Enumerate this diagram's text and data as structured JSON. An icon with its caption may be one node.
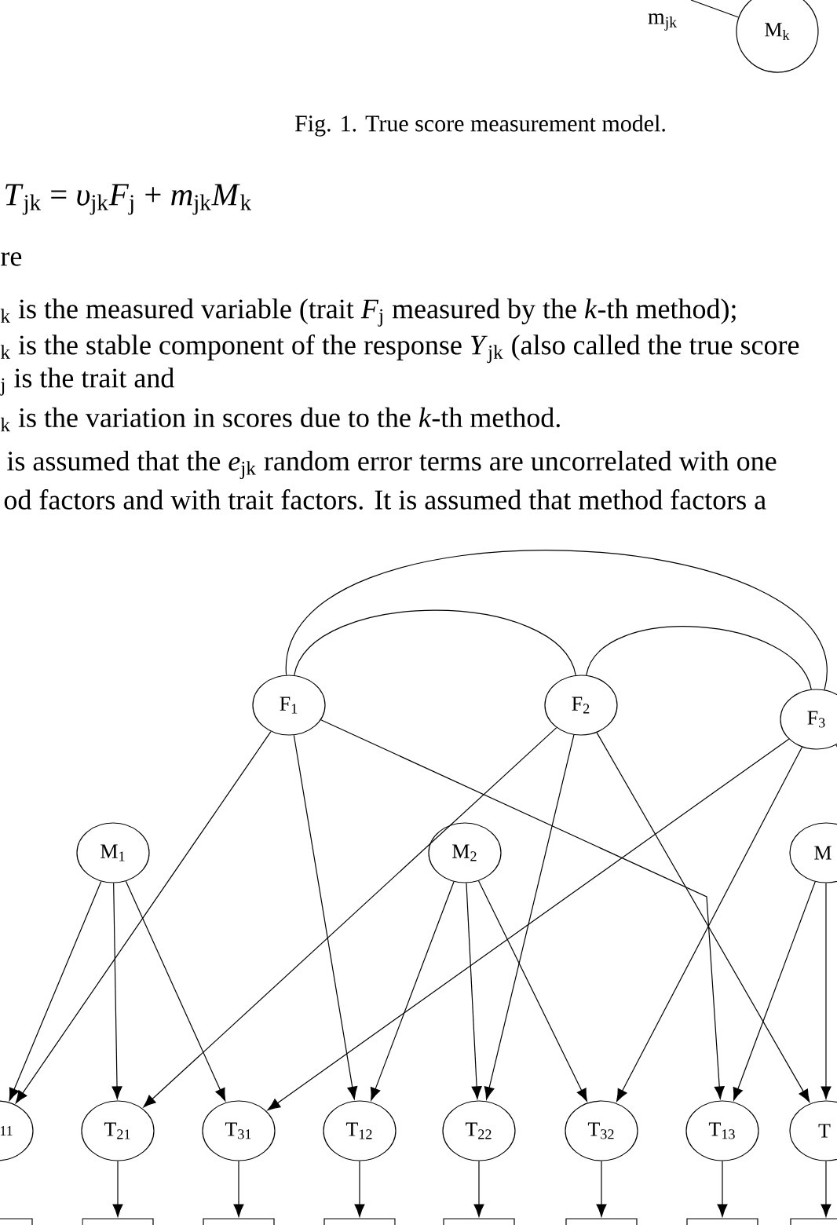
{
  "diagram": {
    "caption": "Fig. 1. True score measurement model.",
    "nodes": [
      {
        "text": [
          "M$_{k}$"
        ]
      },
      {
        "text": [
          "F$_{1}$"
        ]
      },
      {
        "text": [
          "F$_{2}$"
        ]
      },
      {
        "text": [
          "F$_{3}$"
        ]
      },
      {
        "text": [
          "M$_{1}$"
        ]
      },
      {
        "text": [
          "M$_{2}$"
        ]
      },
      {
        "text": [
          "M"
        ]
      },
      {
        "text": [
          "11"
        ]
      },
      {
        "text": [
          "T$_{21}$"
        ]
      },
      {
        "text": [
          "T$_{31}$"
        ]
      },
      {
        "text": [
          "T$_{12}$"
        ]
      },
      {
        "text": [
          "T$_{22}$"
        ]
      },
      {
        "text": [
          "T$_{32}$"
        ]
      },
      {
        "text": [
          "T$_{13}$"
        ]
      },
      {
        "text": [
          "T"
        ]
      },
      {
        "text": [],
        "shape": "box"
      },
      {
        "text": [],
        "shape": "box"
      },
      {
        "text": [],
        "shape": "box"
      },
      {
        "text": [],
        "shape": "box"
      },
      {
        "text": [],
        "shape": "box"
      },
      {
        "text": [],
        "shape": "box"
      },
      {
        "text": [],
        "shape": "box"
      },
      {
        "text": [],
        "shape": "box"
      }
    ],
    "edges": [
      {
        "from": null,
        "to": 0,
        "arrow": "none",
        "label": "m$_{jk}$"
      },
      {
        "from": 1,
        "to": 2,
        "arrow": "none"
      },
      {
        "from": 2,
        "to": 3,
        "arrow": "none"
      },
      {
        "from": 1,
        "to": 3,
        "arrow": "none"
      },
      {
        "from": 1,
        "to": 7,
        "arrow": "to"
      },
      {
        "from": 1,
        "to": 10,
        "arrow": "to"
      },
      {
        "from": 1,
        "to": 13,
        "arrow": "to"
      },
      {
        "from": 2,
        "to": 8,
        "arrow": "to"
      },
      {
        "from": 2,
        "to": 11,
        "arrow": "to"
      },
      {
        "from": 2,
        "to": 14,
        "arrow": "to"
      },
      {
        "from": 3,
        "to": 9,
        "arrow": "to"
      },
      {
        "from": 3,
        "to": 12,
        "arrow": "to"
      },
      {
        "from": 3,
        "to": null,
        "arrow": "none"
      },
      {
        "from": 4,
        "to": 7,
        "arrow": "to"
      },
      {
        "from": 4,
        "to": 8,
        "arrow": "to"
      },
      {
        "from": 4,
        "to": 9,
        "arrow": "to"
      },
      {
        "from": 5,
        "to": 10,
        "arrow": "to"
      },
      {
        "from": 5,
        "to": 11,
        "arrow": "to"
      },
      {
        "from": 5,
        "to": 12,
        "arrow": "to"
      },
      {
        "from": 6,
        "to": 13,
        "arrow": "to"
      },
      {
        "from": 6,
        "to": 14,
        "arrow": "to"
      },
      {
        "from": 8,
        "to": 16,
        "arrow": "to"
      },
      {
        "from": 9,
        "to": 17,
        "arrow": "to"
      },
      {
        "from": 10,
        "to": 18,
        "arrow": "to"
      },
      {
        "from": 11,
        "to": 19,
        "arrow": "to"
      },
      {
        "from": 12,
        "to": 20,
        "arrow": "to"
      },
      {
        "from": 13,
        "to": 21,
        "arrow": "to"
      },
      {
        "from": 14,
        "to": 22,
        "arrow": "to"
      }
    ],
    "labels": [
      "*T*$_{jk}$ = *υ*$_{jk}$*F*$_{j}$ + *m*$_{jk}$*M*$_{k}$",
      "re",
      "$_{k}$ is the measured variable (trait *F*$_{j}$ measured by the *k*-th method);",
      "$_{k}$ is the stable component of the response *Y*$_{jk}$ (also called the true score",
      "$_{j}$ is the trait and",
      "$_{k}$ is the variation in scores due to the *k*-th method.",
      "is assumed that the *e*$_{jk}$ random error terms are uncorrelated with one",
      "od factors and with trait factors. It is assumed that method factors a"
    ]
  }
}
